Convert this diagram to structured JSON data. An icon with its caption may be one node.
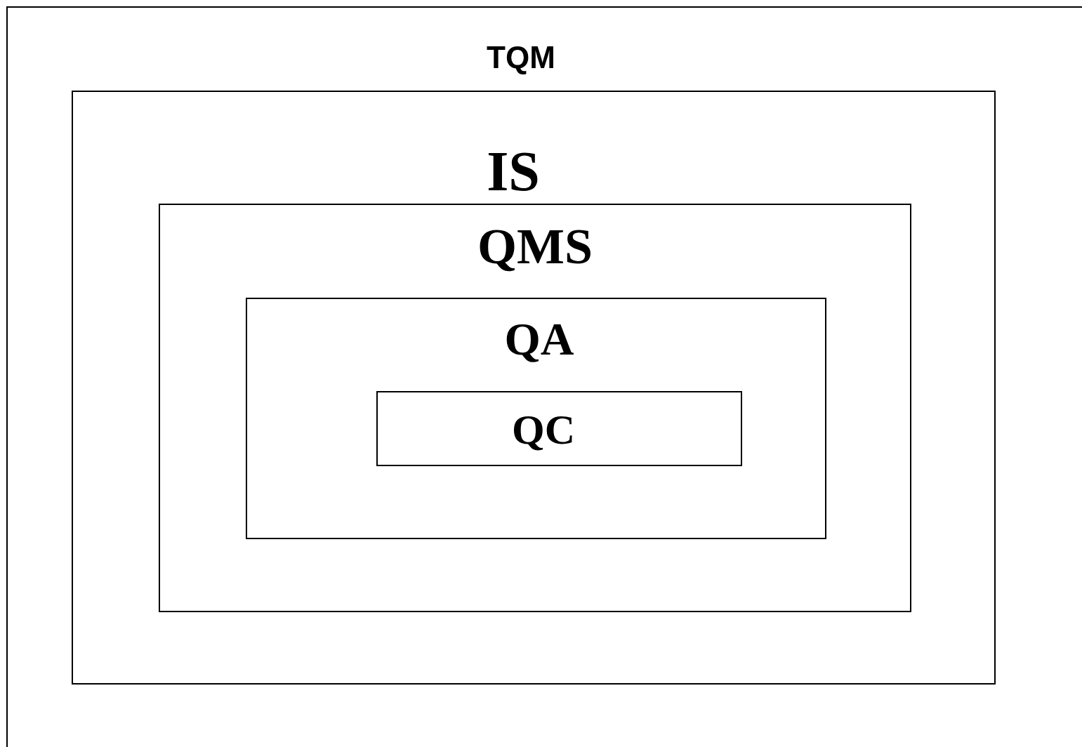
{
  "diagram": {
    "nodes": [
      {
        "text": [
          "TQM"
        ]
      },
      {
        "text": [
          "IS"
        ],
        "in": 0
      },
      {
        "text": [
          "QMS"
        ],
        "in": 1
      },
      {
        "text": [
          "QA"
        ],
        "in": 2
      },
      {
        "text": [
          "QC"
        ],
        "in": 3
      }
    ]
  }
}
